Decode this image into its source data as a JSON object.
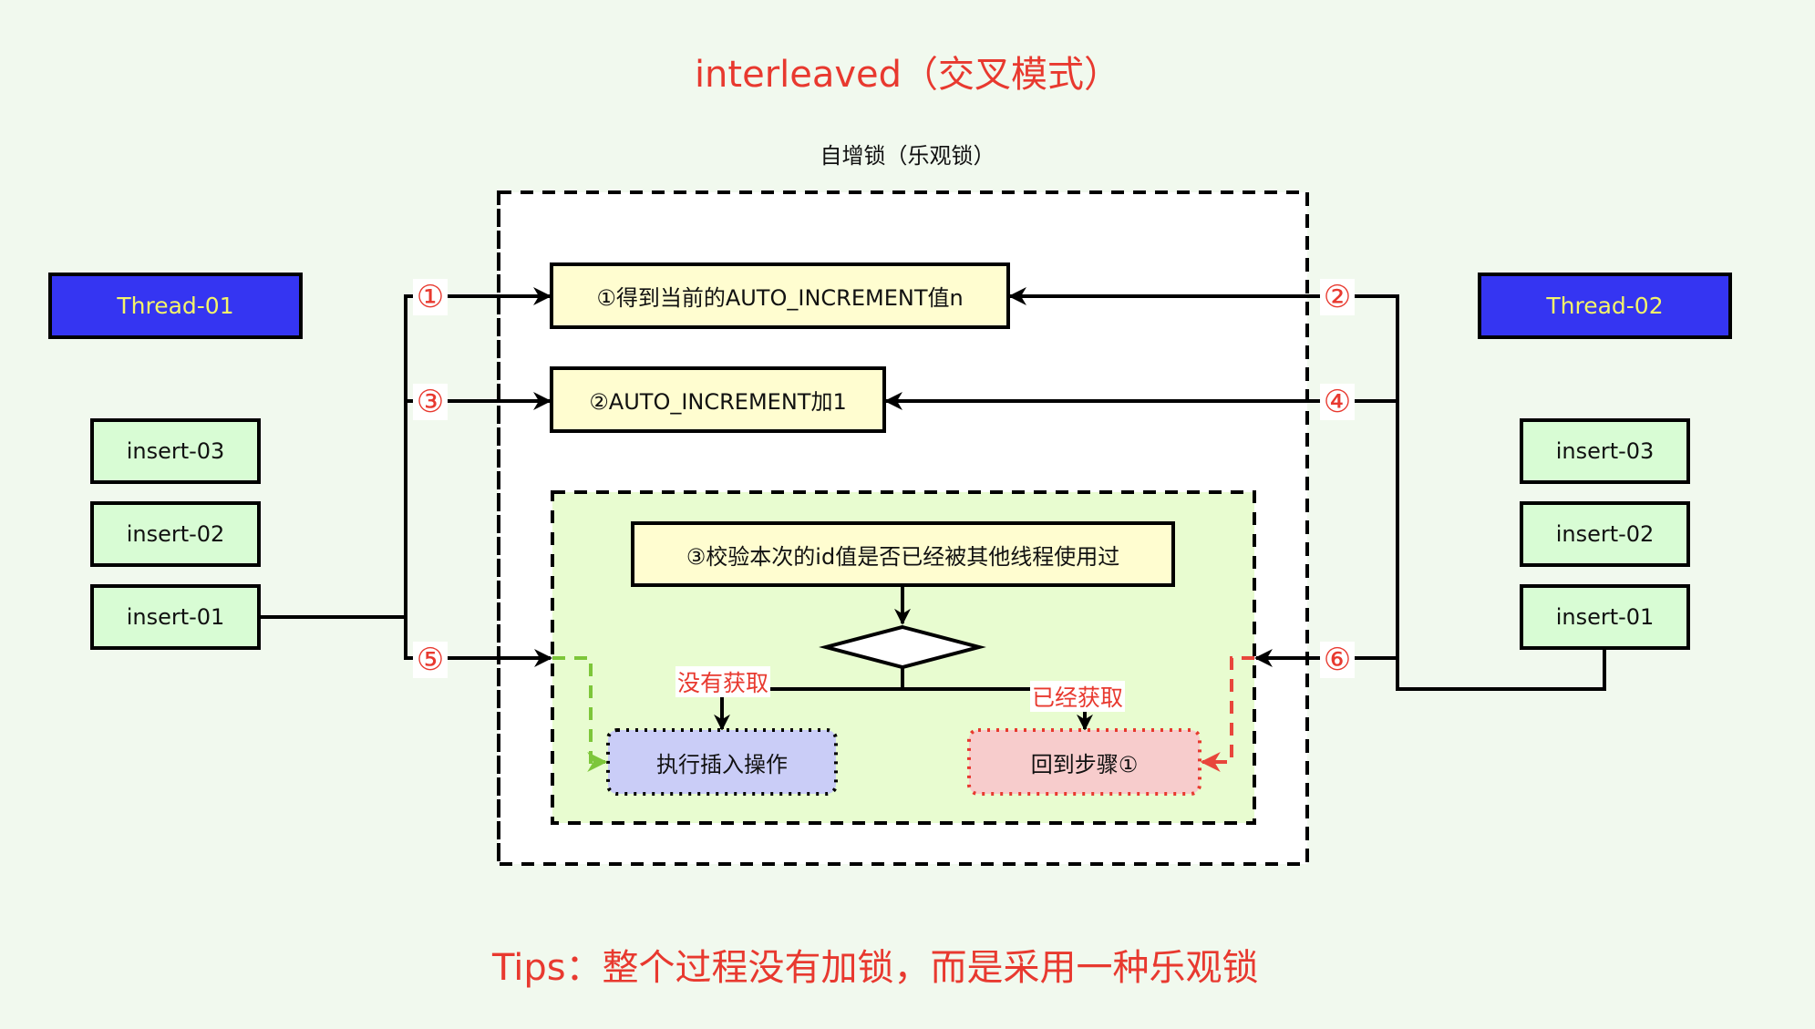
{
  "title": "interleaved（交叉模式）",
  "subtitle": "自增锁（乐观锁）",
  "tips": "Tips：整个过程没有加锁，而是采用一种乐观锁",
  "threads": {
    "left": {
      "name": "Thread-01",
      "inserts": [
        "insert-03",
        "insert-02",
        "insert-01"
      ]
    },
    "right": {
      "name": "Thread-02",
      "inserts": [
        "insert-03",
        "insert-02",
        "insert-01"
      ]
    }
  },
  "steps": {
    "step1": "①得到当前的AUTO_INCREMENT值n",
    "step2": "②AUTO_INCREMENT加1",
    "step3": "③校验本次的id值是否已经被其他线程使用过"
  },
  "decision": {
    "not_acquired_label": "没有获取",
    "acquired_label": "已经获取",
    "insert_action": "执行插入操作",
    "retry_action": "回到步骤①"
  },
  "badges": {
    "b1": "①",
    "b2": "②",
    "b3": "③",
    "b4": "④",
    "b5": "⑤",
    "b6": "⑥"
  },
  "colors": {
    "background": "#f1f9ee",
    "title_red": "#e8392f",
    "thread_fill": "#3535f2",
    "thread_text": "#f4f46a",
    "insert_fill": "#d8fcd4",
    "step_fill": "#fffdd0",
    "inner_fill": "#e8fcd0",
    "insert_action_fill": "#cacdf7",
    "retry_action_fill": "#f7cccc",
    "green_dash": "#7dc63a",
    "red_dash": "#e8463c"
  }
}
